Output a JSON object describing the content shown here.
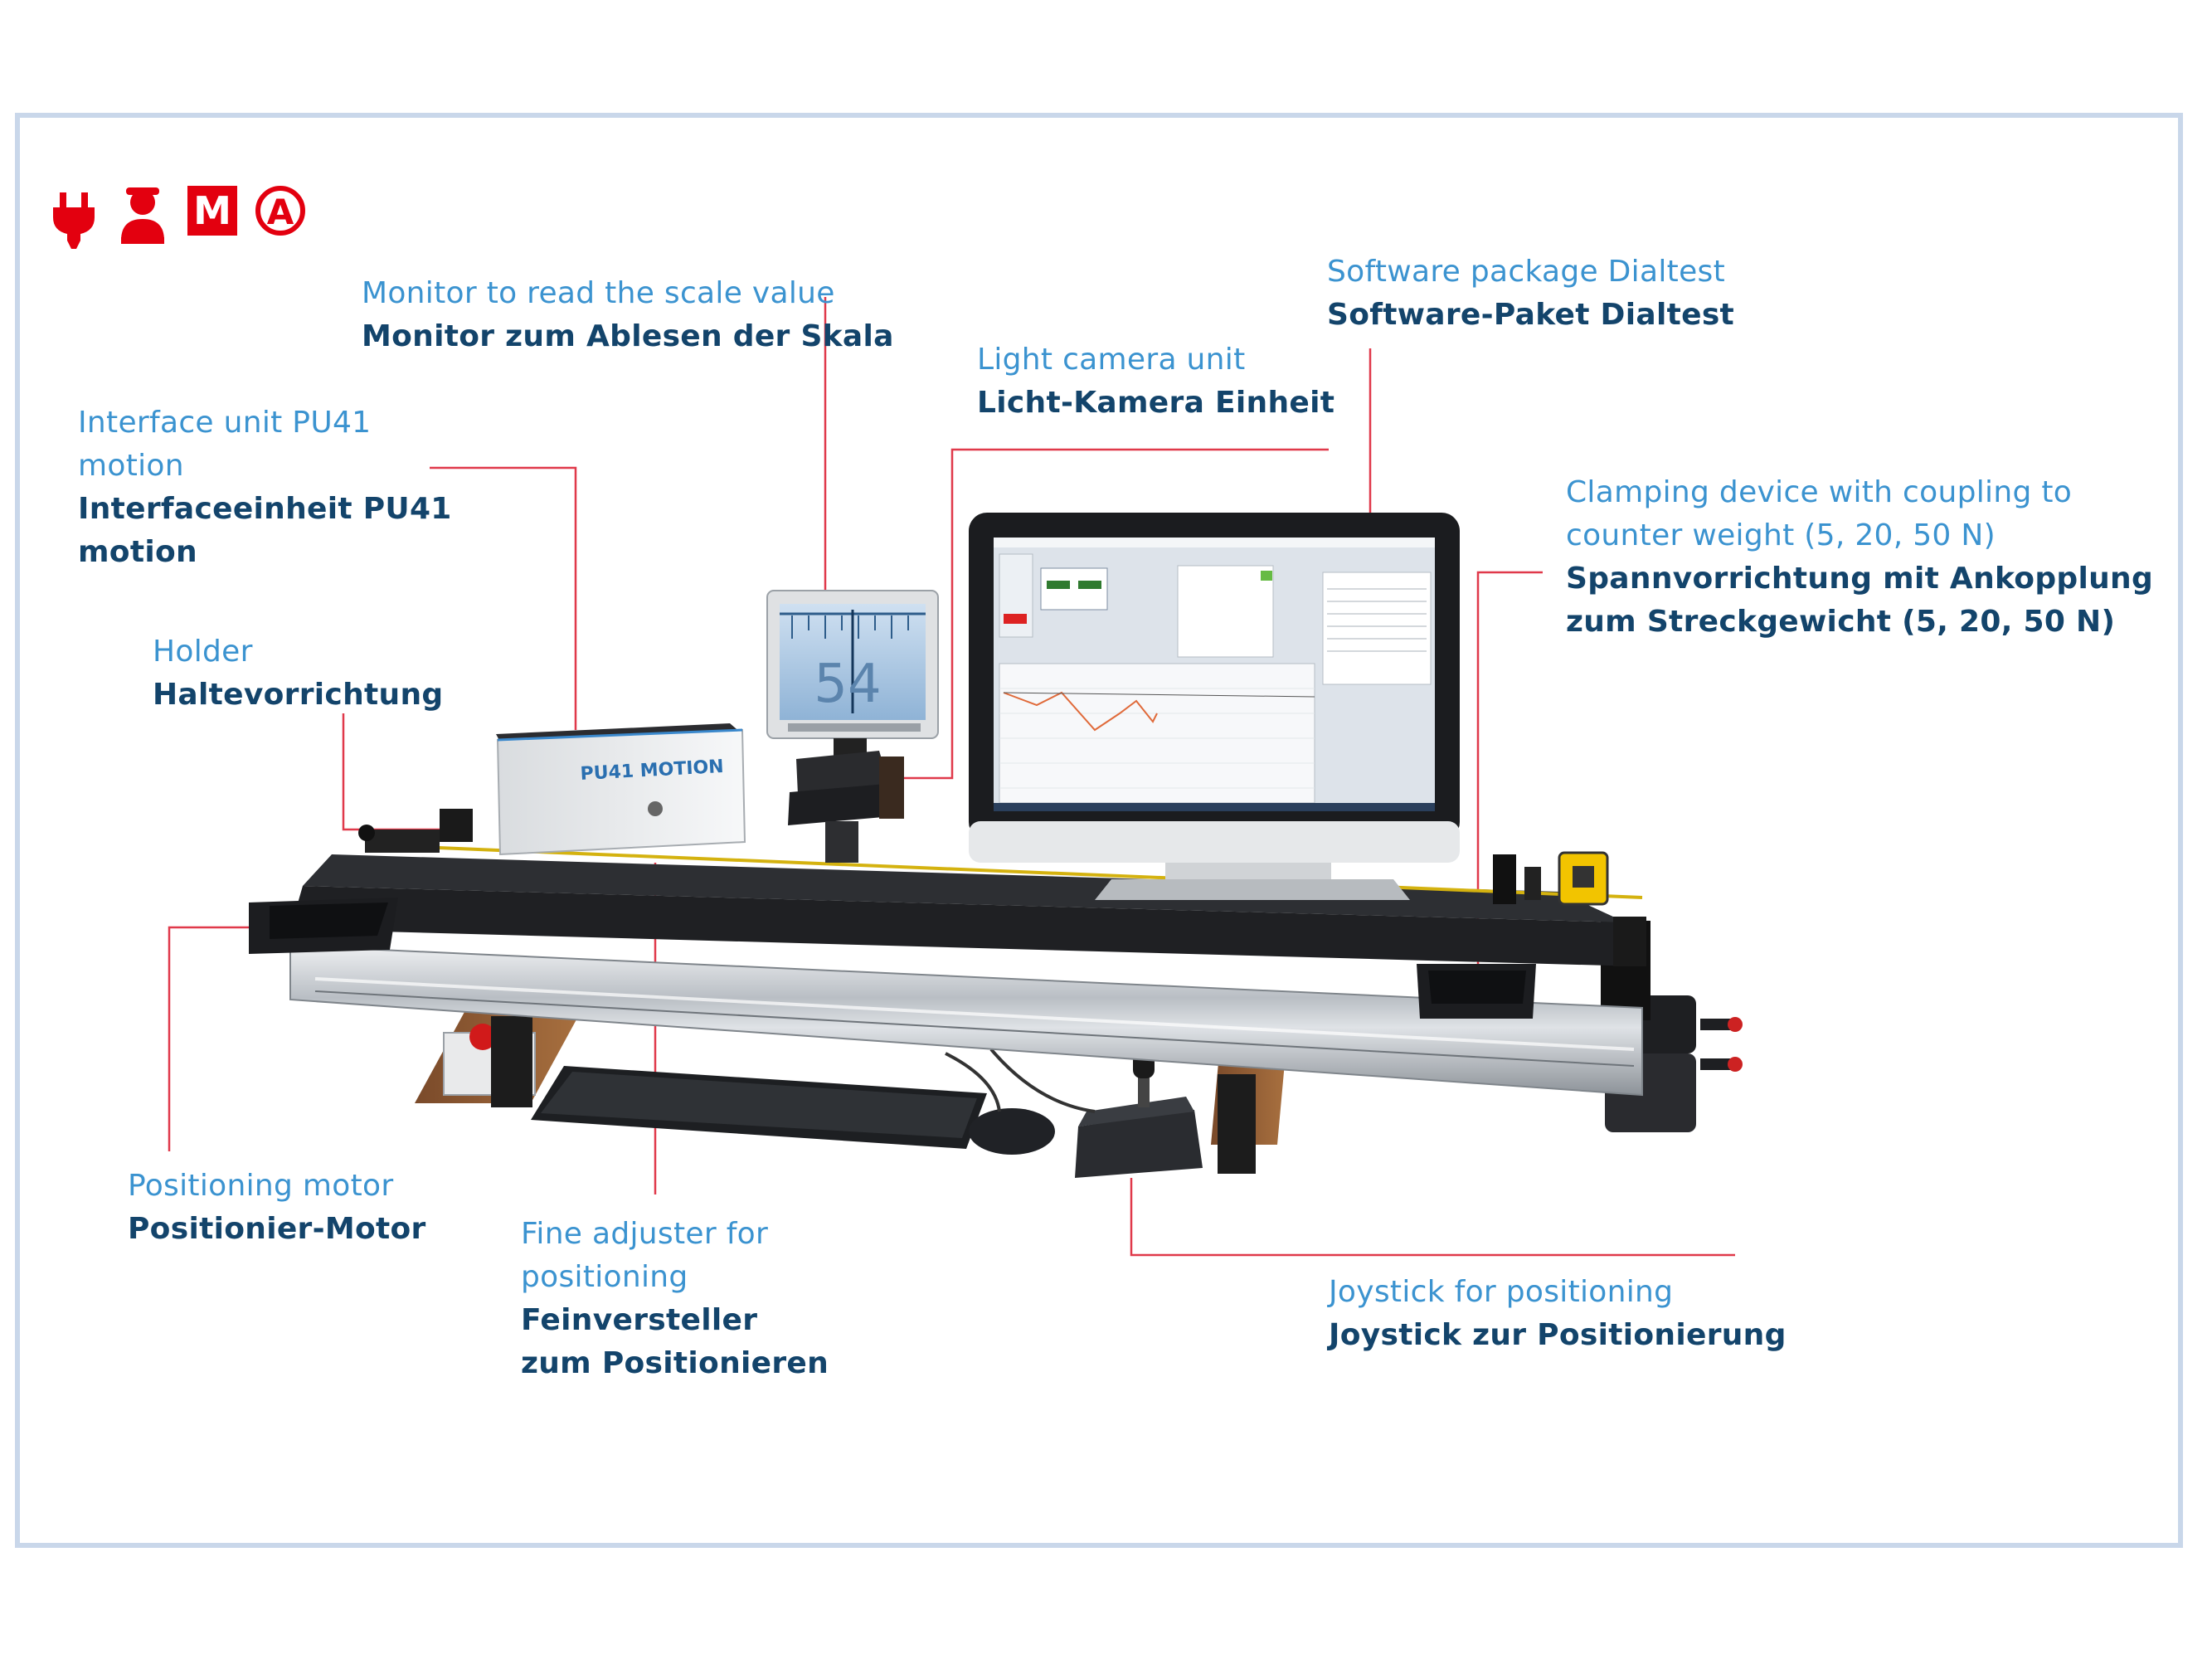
{
  "safety_icons": [
    {
      "name": "plug-icon"
    },
    {
      "name": "operator-icon"
    },
    {
      "name": "manual-mode-icon",
      "text": "M"
    },
    {
      "name": "automatic-mode-icon",
      "text": "A"
    }
  ],
  "colors": {
    "frame": "#c9d7ea",
    "english_label": "#3b93d0",
    "german_label": "#13446b",
    "leader_line": "#e0394a",
    "icon_red": "#e3000f"
  },
  "device": {
    "interface_unit_brand": "PU41 MOTION",
    "scale_monitor_reading": "54"
  },
  "callouts": {
    "monitor": {
      "en": "Monitor to read the scale value",
      "de": "Monitor zum Ablesen der Skala"
    },
    "software": {
      "en": "Software package Dialtest",
      "de": "Software-Paket Dialtest"
    },
    "camera": {
      "en": "Light camera unit",
      "de": "Licht-Kamera Einheit"
    },
    "interface": {
      "en1": "Interface unit PU41",
      "en2": "motion",
      "de1": "Interfaceeinheit PU41",
      "de2": "motion"
    },
    "clamping": {
      "en1": "Clamping device with coupling to",
      "en2": "counter weight (5, 20, 50 N)",
      "de1": "Spannvorrichtung mit Ankopplung",
      "de2": "zum Streckgewicht (5, 20, 50 N)"
    },
    "holder": {
      "en": "Holder",
      "de": "Haltevorrichtung"
    },
    "motor": {
      "en": "Positioning motor",
      "de": "Positionier-Motor"
    },
    "fine_adjuster": {
      "en1": "Fine adjuster for",
      "en2": "positioning",
      "de1": "Feinversteller",
      "de2": "zum Positionieren"
    },
    "joystick": {
      "en": "Joystick for positioning",
      "de": "Joystick zur Positionierung"
    }
  }
}
